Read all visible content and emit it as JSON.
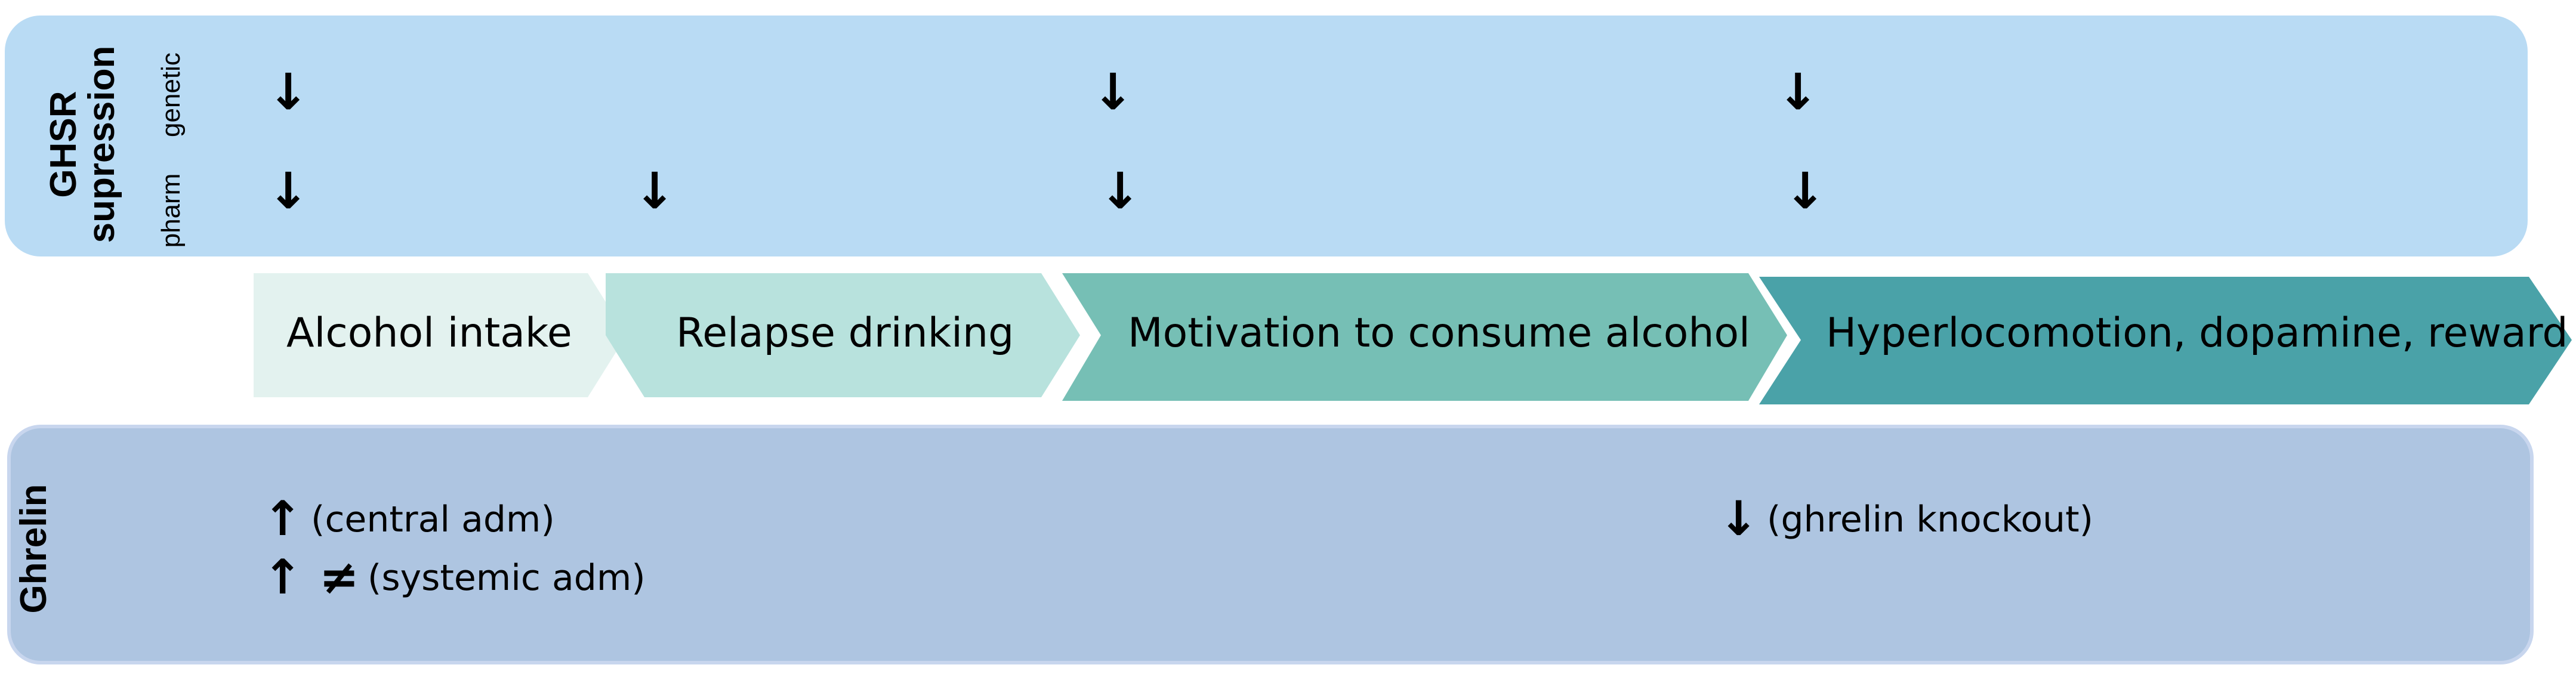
{
  "ghsr": {
    "title_line1": "GHSR",
    "title_line2": "supression",
    "row_genetic": "genetic",
    "row_pharm": "pharm",
    "genetic_arrows": [
      "↓",
      "↓",
      "↓"
    ],
    "pharm_arrows": [
      "↓",
      "↓",
      "↓",
      "↓"
    ]
  },
  "stages": [
    {
      "label": "Alcohol intake",
      "color": "#e3f2ef"
    },
    {
      "label": "Relapse drinking",
      "color": "#b8e2dd"
    },
    {
      "label": "Motivation to consume alcohol",
      "color": "#76bfb5"
    },
    {
      "label": "Hyperlocomotion, dopamine, reward",
      "color": "#4aa2a8"
    }
  ],
  "ghrelin": {
    "title": "Ghrelin",
    "line1_symbol": "↑",
    "line1_text": "(central adm)",
    "line2_symbol": "↑ ≠",
    "line2_text": "(systemic adm)",
    "line3_symbol": "↓",
    "line3_text": "(ghrelin knockout)"
  },
  "colors": {
    "ghsr_panel": "#b9dbf4",
    "ghrelin_panel": "#aec5e1"
  }
}
